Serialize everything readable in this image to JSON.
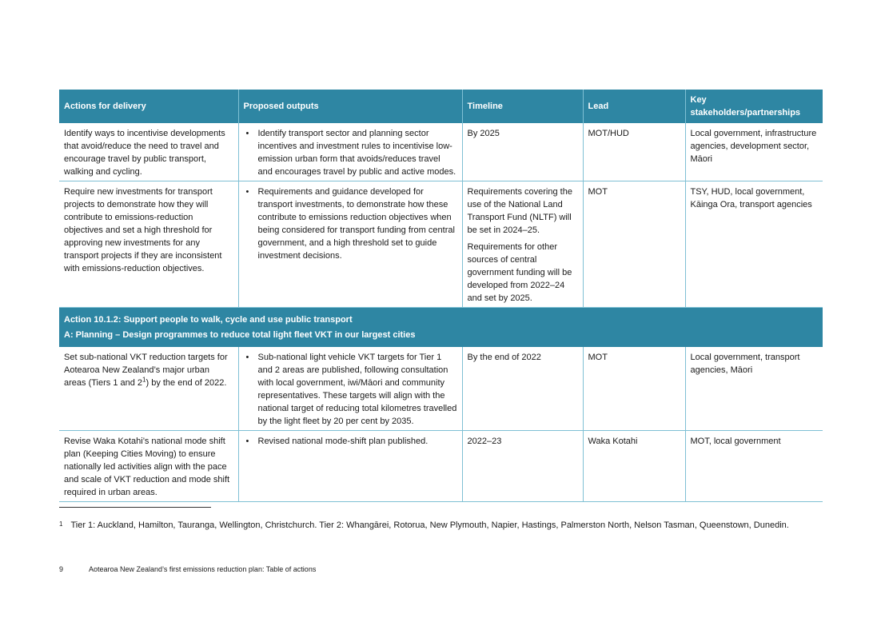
{
  "table": {
    "headers": [
      "Actions for delivery",
      "Proposed outputs",
      "Timeline",
      "Lead",
      "Key stakeholders/partnerships"
    ],
    "rows_top": [
      {
        "action": "Identify ways to incentivise developments that avoid/reduce the need to travel and encourage travel by public transport, walking and cycling.",
        "output": "Identify transport sector and planning sector incentives and investment rules to incentivise low-emission urban form that avoids/reduces travel and encourages travel by public and active modes.",
        "timeline": [
          "By 2025"
        ],
        "lead": "MOT/HUD",
        "stakeholders": "Local government, infrastructure agencies, development sector, Māori"
      },
      {
        "action": "Require new investments for transport projects to demonstrate how they will contribute to emissions-reduction objectives and set a high threshold for approving new investments for any transport projects if they are inconsistent with emissions-reduction objectives.",
        "output": "Requirements and guidance developed for transport investments, to demonstrate how these contribute to emissions reduction objectives when being considered for transport funding from central government, and a high threshold set to guide investment decisions.",
        "timeline": [
          "Requirements covering the use of the National Land Transport Fund (NLTF) will be set in 2024–25.",
          "Requirements for other sources of central government funding will be developed from 2022–24 and set by 2025."
        ],
        "lead": "MOT",
        "stakeholders": "TSY, HUD, local government, Kāinga Ora, transport agencies"
      }
    ],
    "section": {
      "action_title": "Action 10.1.2: Support people to walk, cycle and use public transport",
      "sub_title": "A: Planning – Design programmes to reduce total light fleet VKT in our largest cities"
    },
    "rows_bottom": [
      {
        "action_before": "Set sub-national VKT reduction targets for Aotearoa New Zealand’s major urban areas (Tiers 1 and 2",
        "action_sup": "1",
        "action_after": ") by the end of 2022.",
        "output": "Sub-national light vehicle VKT targets for Tier 1 and 2 areas are published, following consultation with local government, iwi/Māori and community representatives. These targets will align with the national target of reducing total kilometres travelled by the light fleet by 20 per cent by 2035.",
        "timeline": "By the end of 2022",
        "lead": "MOT",
        "stakeholders": "Local government, transport agencies, Māori"
      },
      {
        "action": "Revise Waka Kotahi’s national mode shift plan (Keeping Cities Moving) to ensure nationally led activities align with the pace and scale of VKT reduction and mode shift required in urban areas.",
        "output": "Revised national mode-shift plan published.",
        "timeline": "2022–23",
        "lead": "Waka Kotahi",
        "stakeholders": "MOT, local government"
      }
    ]
  },
  "footnote": {
    "marker": "1",
    "text": "Tier 1: Auckland, Hamilton, Tauranga, Wellington, Christchurch. Tier 2: Whangārei, Rotorua, New Plymouth, Napier, Hastings, Palmerston North, Nelson Tasman, Queenstown, Dunedin."
  },
  "footer": {
    "page_number": "9",
    "doc_title": "Aotearoa New Zealand’s first emissions reduction plan: Table of actions"
  }
}
